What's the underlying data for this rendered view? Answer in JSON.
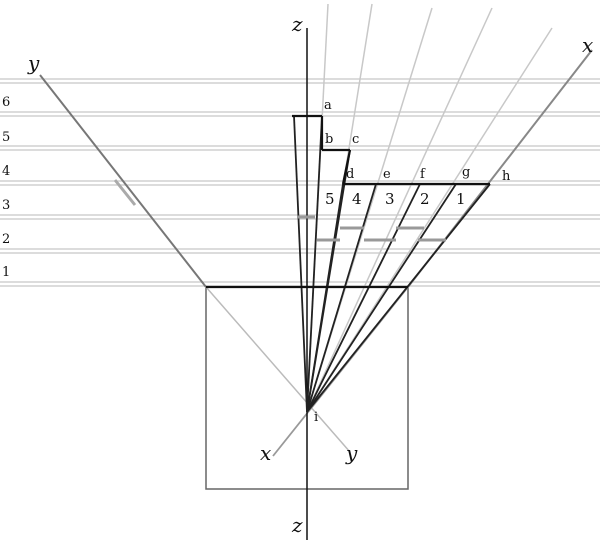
{
  "axes": {
    "z_top": "z",
    "z_bottom": "z",
    "y_upper": "y",
    "y_lower": "y",
    "x_upper": "x",
    "x_lower": "x"
  },
  "levels": [
    "1",
    "2",
    "3",
    "4",
    "5",
    "6"
  ],
  "points": [
    "a",
    "b",
    "c",
    "d",
    "e",
    "f",
    "g",
    "h",
    "i"
  ],
  "regions": [
    "5",
    "4",
    "3",
    "2",
    "1"
  ],
  "colors": {
    "black": "#111111",
    "dark_gray": "#666666",
    "mid_gray": "#999999",
    "light_gray": "#c8c8c8"
  }
}
